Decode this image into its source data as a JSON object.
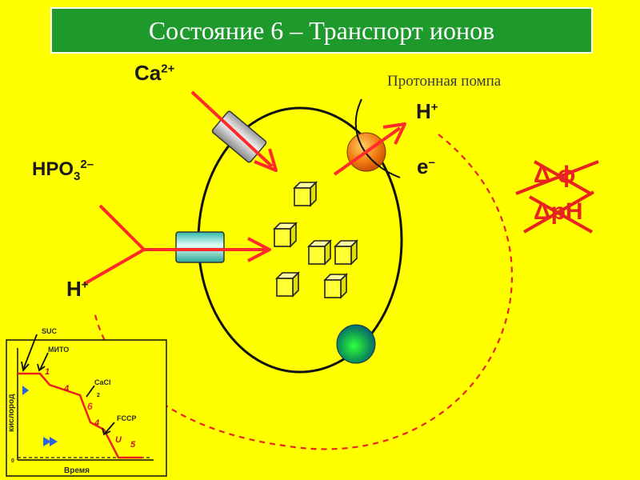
{
  "title": "Состояние 6 – Транспорт ионов",
  "labels": {
    "ca_base": "Ca",
    "ca_sup": "2+",
    "proton_pump": "Протонная помпа",
    "h_plus_right_base": "H",
    "h_plus_right_sup": "+",
    "e_minus_base": "e",
    "e_minus_sup": "–",
    "hpo_base": "HPO",
    "hpo_sub": "3",
    "hpo_sup": "2–",
    "h_plus_left_base": "H",
    "h_plus_left_sup": "+",
    "delta_phi": "Δ ϕ",
    "delta_ph": "ΔpH"
  },
  "graph": {
    "ylabel": "кислород",
    "xlabel": "Время",
    "suc": "SUC",
    "mito": "МИТО",
    "cacl": "CaCl",
    "cacl_sub": "2",
    "fccp": "FCCP",
    "state_1": "1",
    "state_4a": "4",
    "state_6": "6",
    "state_4b": "4",
    "state_u": "U",
    "state_5": "5",
    "zero": "0"
  },
  "colors": {
    "background": "#ffff00",
    "title_bg": "#1e9a2c",
    "arrow_red": "#ff2a2a",
    "text_dark": "#1a1a1a"
  }
}
